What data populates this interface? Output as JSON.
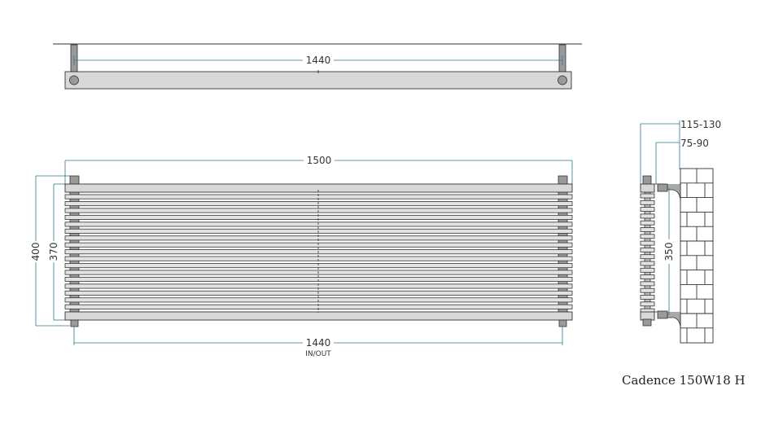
{
  "dimensions": {
    "top_view_width": "1440",
    "front_view_width": "1500",
    "front_view_height_outer": "400",
    "front_view_height_inner": "370",
    "front_view_pipe_centres": "1440",
    "inlet_outlet_label": "IN/OUT",
    "side_view_depth_max": "115-130",
    "side_view_depth_min": "75-90",
    "side_view_bracket_centres": "350"
  },
  "caption": "Cadence 150W18 H",
  "colors": {
    "dimension_line": "#2a7a8a",
    "outline": "#333333",
    "bar_fill": "#e2e2e2",
    "post_fill": "#9a9a9a"
  }
}
